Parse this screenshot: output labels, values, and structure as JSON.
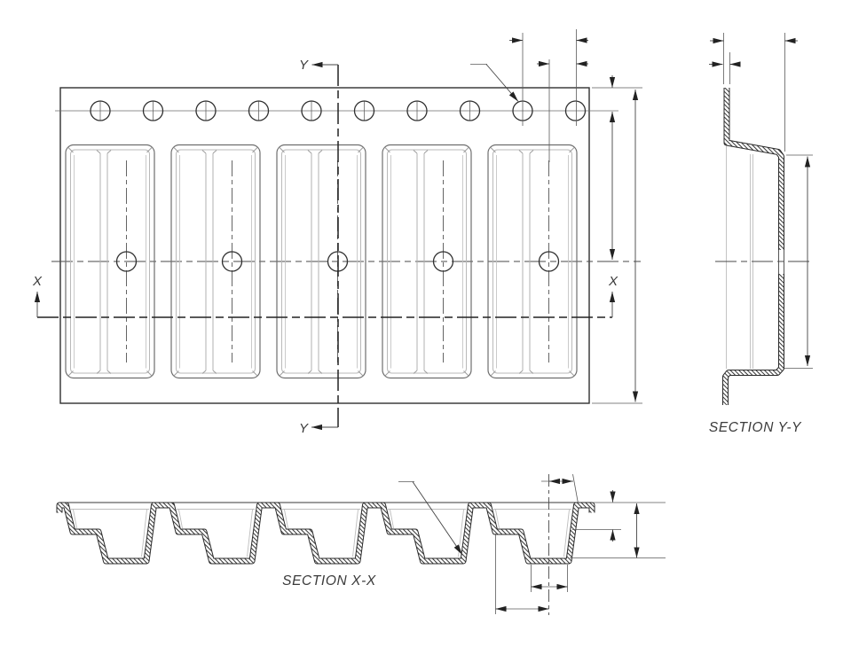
{
  "drawing_type": "engineering-orthographic-drawing",
  "labels": {
    "section_xx": "SECTION X-X",
    "section_yy": "SECTION Y-Y",
    "cut_x": "X",
    "cut_y": "Y"
  },
  "features": {
    "top_hole_count": 10,
    "pocket_count": 5,
    "pocket_center_hole_count": 5
  },
  "colors": {
    "profile_line": "#2b2b2b",
    "medium_line": "#6e6e6e",
    "thin_line": "#5a5a5a",
    "light_line": "#bdbdbd",
    "background": "#ffffff"
  }
}
